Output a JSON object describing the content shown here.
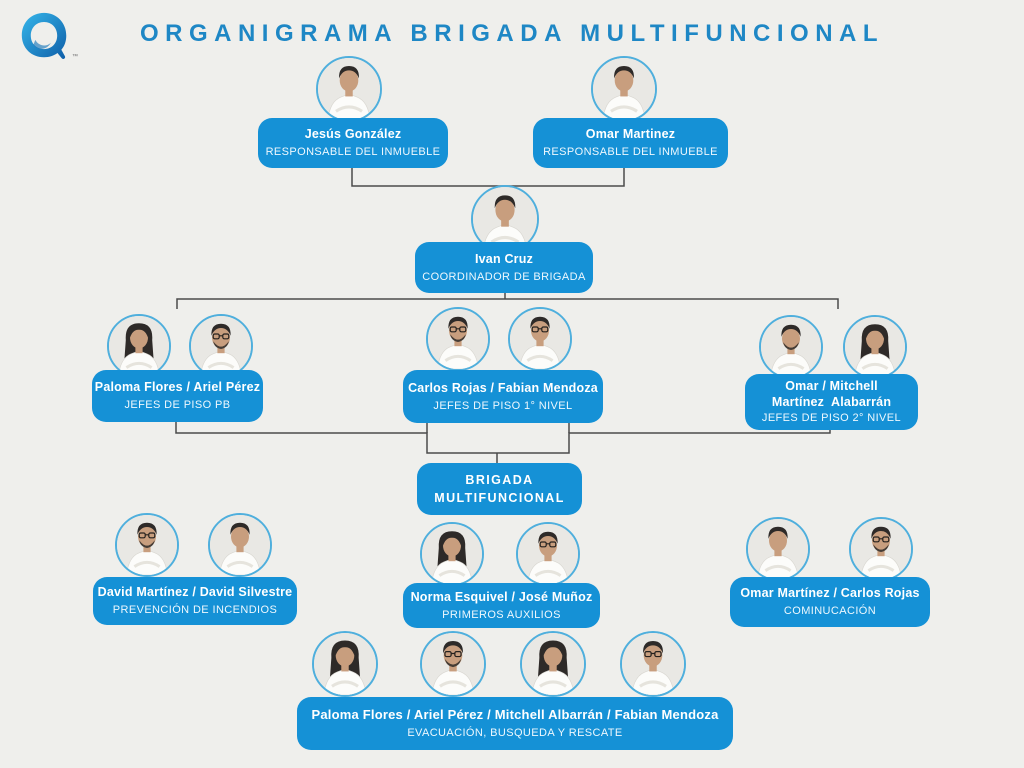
{
  "title": "ORGANIGRAMA BRIGADA MULTIFUNCIONAL",
  "colors": {
    "background": "#efefec",
    "box_blue": "#1591d6",
    "title_blue": "#1e87c5",
    "photo_ring": "#4fafdd",
    "connector": "#4b4b4b"
  },
  "logo": {
    "name": "blue-swirl-logo",
    "trademark": "™"
  },
  "nodes": {
    "jesus": {
      "name": "Jesús González",
      "role": "RESPONSABLE DEL INMUEBLE"
    },
    "omar": {
      "name": "Omar Martinez",
      "role": "RESPONSABLE DEL INMUEBLE"
    },
    "ivan": {
      "name": "Ivan Cruz",
      "role": "COORDINADOR DE BRIGADA"
    },
    "jefes_pb": {
      "name": "Paloma Flores / Ariel Pérez",
      "role": "JEFES DE PISO PB"
    },
    "jefes_n1": {
      "name": "Carlos Rojas / Fabian Mendoza",
      "role": "JEFES DE PISO 1° NIVEL"
    },
    "jefes_n2": {
      "name_line1": "Omar / Mitchell",
      "name_line2": "Martínez  Alabarrán",
      "role": "JEFES DE PISO 2° NIVEL"
    },
    "brigada": {
      "name_line1": "BRIGADA",
      "name_line2": "MULTIFUNCIONAL"
    },
    "prevencion": {
      "name": "David Martínez / David Silvestre",
      "role": "PREVENCIÓN DE INCENDIOS"
    },
    "auxilios": {
      "name": "Norma Esquivel / José Muñoz",
      "role": "PRIMEROS AUXILIOS"
    },
    "comunicacion": {
      "name": "Omar Martínez / Carlos Rojas",
      "role": "COMINUCACIÓN"
    },
    "evacuacion": {
      "name": "Paloma Flores / Ariel Pérez / Mitchell Albarrán / Fabian Mendoza",
      "role": "EVACUACIÓN, BUSQUEDA Y RESCATE"
    }
  },
  "avatars": {
    "jesus": [
      {
        "g": "m"
      }
    ],
    "omar": [
      {
        "g": "m"
      }
    ],
    "ivan": [
      {
        "g": "m"
      }
    ],
    "jefes_pb": [
      {
        "g": "f"
      },
      {
        "g": "m",
        "glasses": true,
        "beard": true
      }
    ],
    "jefes_n1": [
      {
        "g": "m",
        "glasses": true,
        "beard": true
      },
      {
        "g": "m",
        "glasses": true
      }
    ],
    "jefes_n2": [
      {
        "g": "m",
        "beard": true
      },
      {
        "g": "f"
      }
    ],
    "prevencion": [
      {
        "g": "m",
        "glasses": true,
        "beard": true
      },
      {
        "g": "m"
      }
    ],
    "auxilios": [
      {
        "g": "f"
      },
      {
        "g": "m",
        "glasses": true
      }
    ],
    "comunicacion": [
      {
        "g": "m"
      },
      {
        "g": "m",
        "glasses": true,
        "beard": true
      }
    ],
    "evacuacion": [
      {
        "g": "f"
      },
      {
        "g": "m",
        "glasses": true,
        "beard": true
      },
      {
        "g": "f"
      },
      {
        "g": "m",
        "glasses": true
      }
    ]
  }
}
